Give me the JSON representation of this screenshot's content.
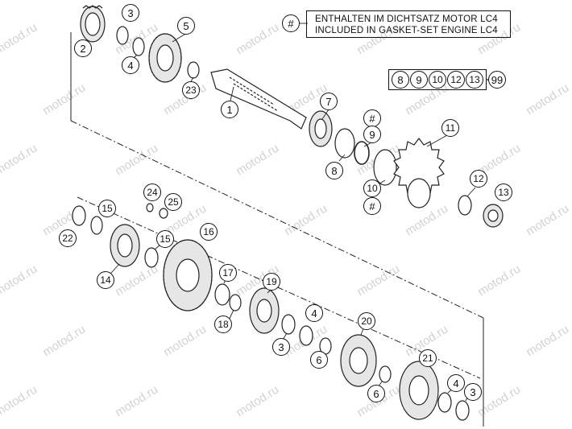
{
  "legend": {
    "symbol": "#",
    "line_de": "ENTHALTEN IM DICHTSATZ MOTOR LC4",
    "line_en": "INCLUDED IN GASKET-SET ENGINE LC4"
  },
  "kit_group": {
    "members": [
      "8",
      "9",
      "10",
      "12",
      "13"
    ],
    "result": "99"
  },
  "watermark": "motod.ru",
  "callouts": [
    "1",
    "2",
    "3",
    "4",
    "5",
    "23",
    "7",
    "#",
    "9",
    "8",
    "10",
    "#",
    "11",
    "12",
    "13",
    "24",
    "25",
    "15",
    "22",
    "15",
    "14",
    "16",
    "17",
    "19",
    "18",
    "4",
    "3",
    "20",
    "6",
    "21",
    "4",
    "6",
    "3"
  ]
}
